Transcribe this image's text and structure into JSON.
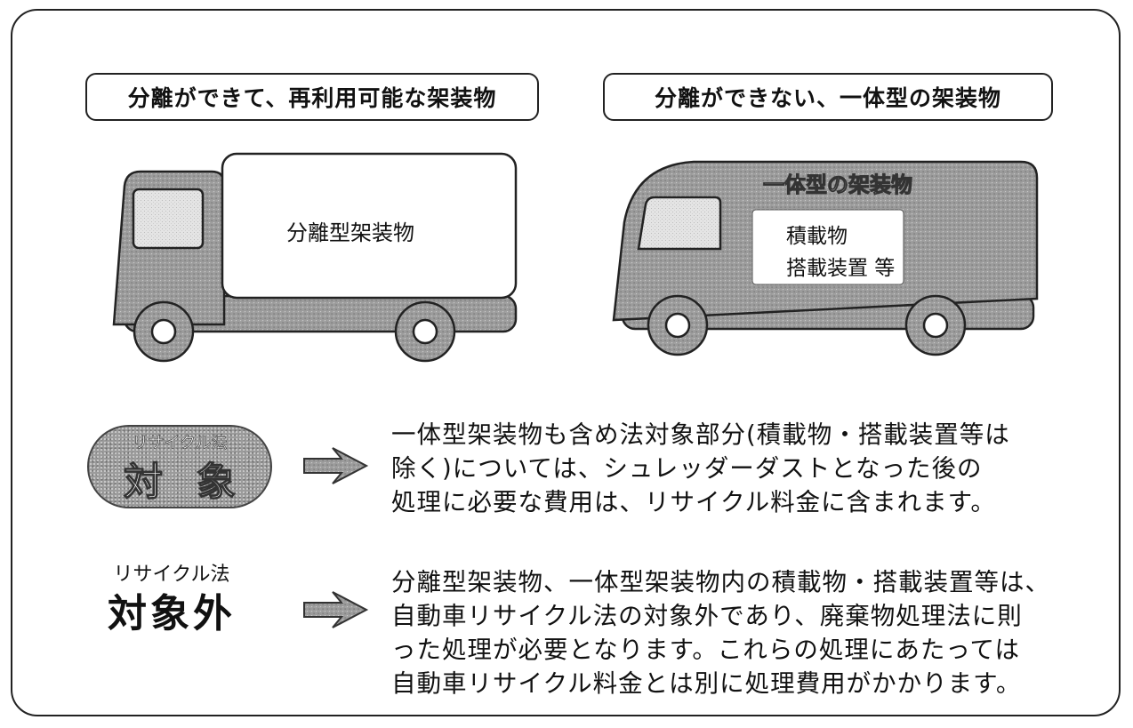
{
  "header_left": "分離ができて、再利用可能な架装物",
  "header_right": "分離ができない、一体型の架装物",
  "truck_left": {
    "body_label": "分離型架装物"
  },
  "truck_right": {
    "title": "一体型の架装物",
    "inner_lines": [
      "積載物",
      "搭載装置 等"
    ]
  },
  "badge_in": {
    "small": "リサイクル法",
    "big": "対象"
  },
  "badge_out": {
    "small": "リサイクル法",
    "big": "対象外"
  },
  "desc_in": [
    "一体型架装物も含め法対象部分(積載物・搭載装置等は",
    "除く)については、シュレッダーダストとなった後の",
    "処理に必要な費用は、リサイクル料金に含まれます。"
  ],
  "desc_out": [
    "分離型架装物、一体型架装物内の積載物・搭載装置等は、",
    "自動車リサイクル法の対象外であり、廃棄物処理法に則",
    "った処理が必要となります。これらの処理にあたっては",
    "自動車リサイクル料金とは別に処理費用がかかります。"
  ],
  "colors": {
    "stipple": "#9b9b9b",
    "line": "#222222"
  }
}
